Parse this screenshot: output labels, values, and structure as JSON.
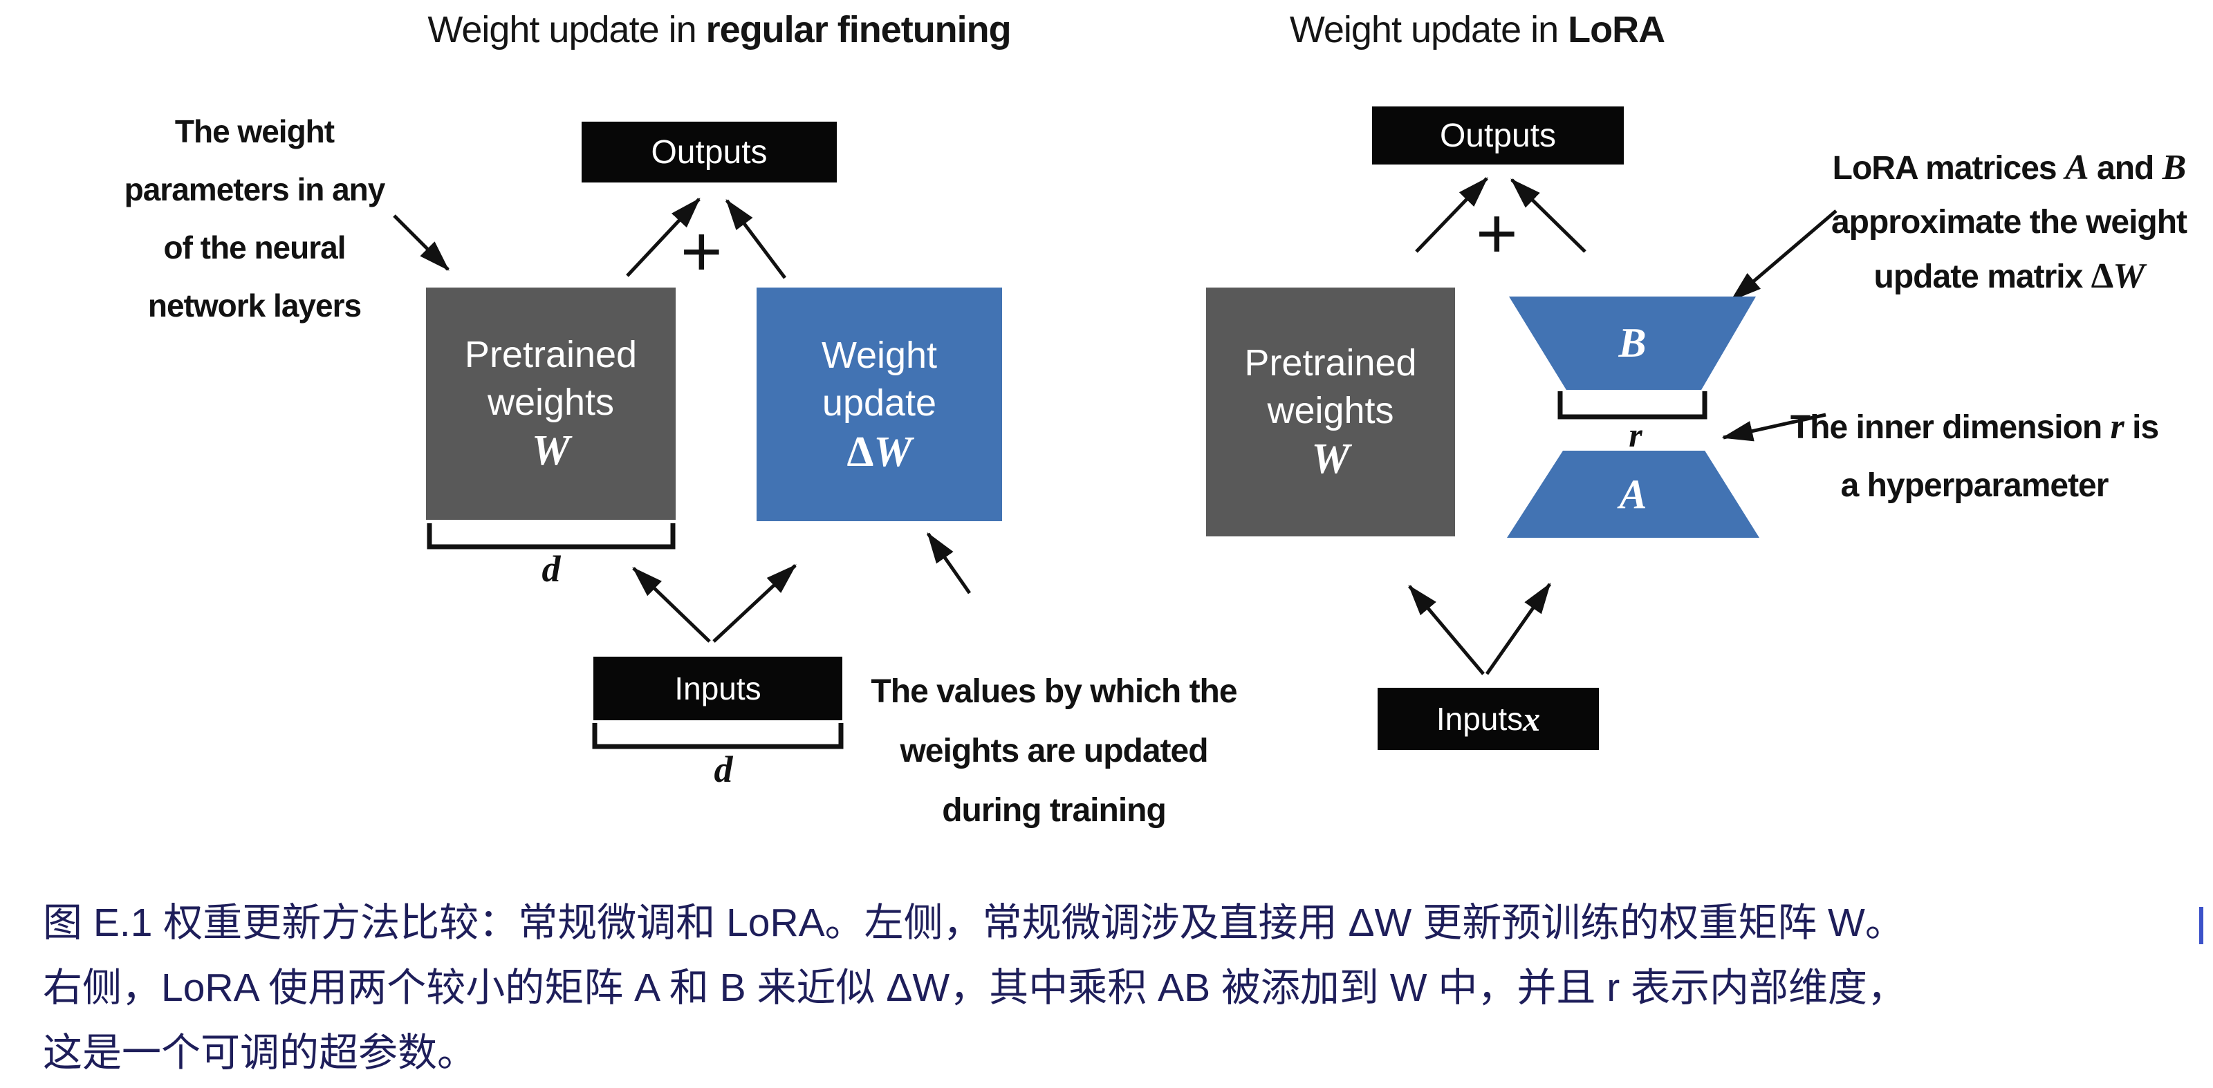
{
  "left": {
    "title_prefix": "Weight update in ",
    "title_bold": "regular finetuning",
    "note_params": [
      "The weight",
      "parameters in any",
      "of the neural",
      "network layers"
    ],
    "outputs": "Outputs",
    "plus": "+",
    "pretrained": {
      "l1": "Pretrained",
      "l2": "weights",
      "sym": "W"
    },
    "update": {
      "l1": "Weight",
      "l2": "update",
      "sym_delta": "Δ",
      "sym_w": "W"
    },
    "d_weights": "d",
    "inputs": "Inputs",
    "d_inputs": "d",
    "note_values": [
      "The values by which the",
      "weights are updated",
      "during training"
    ]
  },
  "right": {
    "title_prefix": "Weight update in ",
    "title_bold": "LoRA",
    "outputs": "Outputs",
    "plus": "+",
    "pretrained": {
      "l1": "Pretrained",
      "l2": "weights",
      "sym": "W"
    },
    "matrix_b": "B",
    "matrix_a": "A",
    "rank": "r",
    "inputs_prefix": "Inputs ",
    "inputs_sym": "x",
    "note_lora": {
      "s1": "LoRA matrices ",
      "a": "A",
      "s2": " and ",
      "b": "B",
      "line2": "approximate the weight",
      "s3": "update matrix ",
      "dw_delta": "Δ",
      "dw_w": "W"
    },
    "note_rank": {
      "s1": "The inner dimension ",
      "r": "r",
      "s2": " is",
      "line2": "a hyperparameter"
    }
  },
  "caption": {
    "lines": [
      "图 E.1 权重更新方法比较：常规微调和 LoRA。左侧，常规微调涉及直接用 ΔW 更新预训练的权重矩阵 W。",
      "右侧，LoRA 使用两个较小的矩阵 A 和 B 来近似 ΔW，其中乘积 AB 被添加到 W 中，并且 r 表示内部维度，",
      "这是一个可调的超参数。"
    ]
  },
  "colors": {
    "box_gray": "#595959",
    "box_blue": "#4273b3",
    "box_black": "#070707",
    "caption_navy": "#1e1e5a",
    "cursor_blue": "#3c52c9"
  }
}
